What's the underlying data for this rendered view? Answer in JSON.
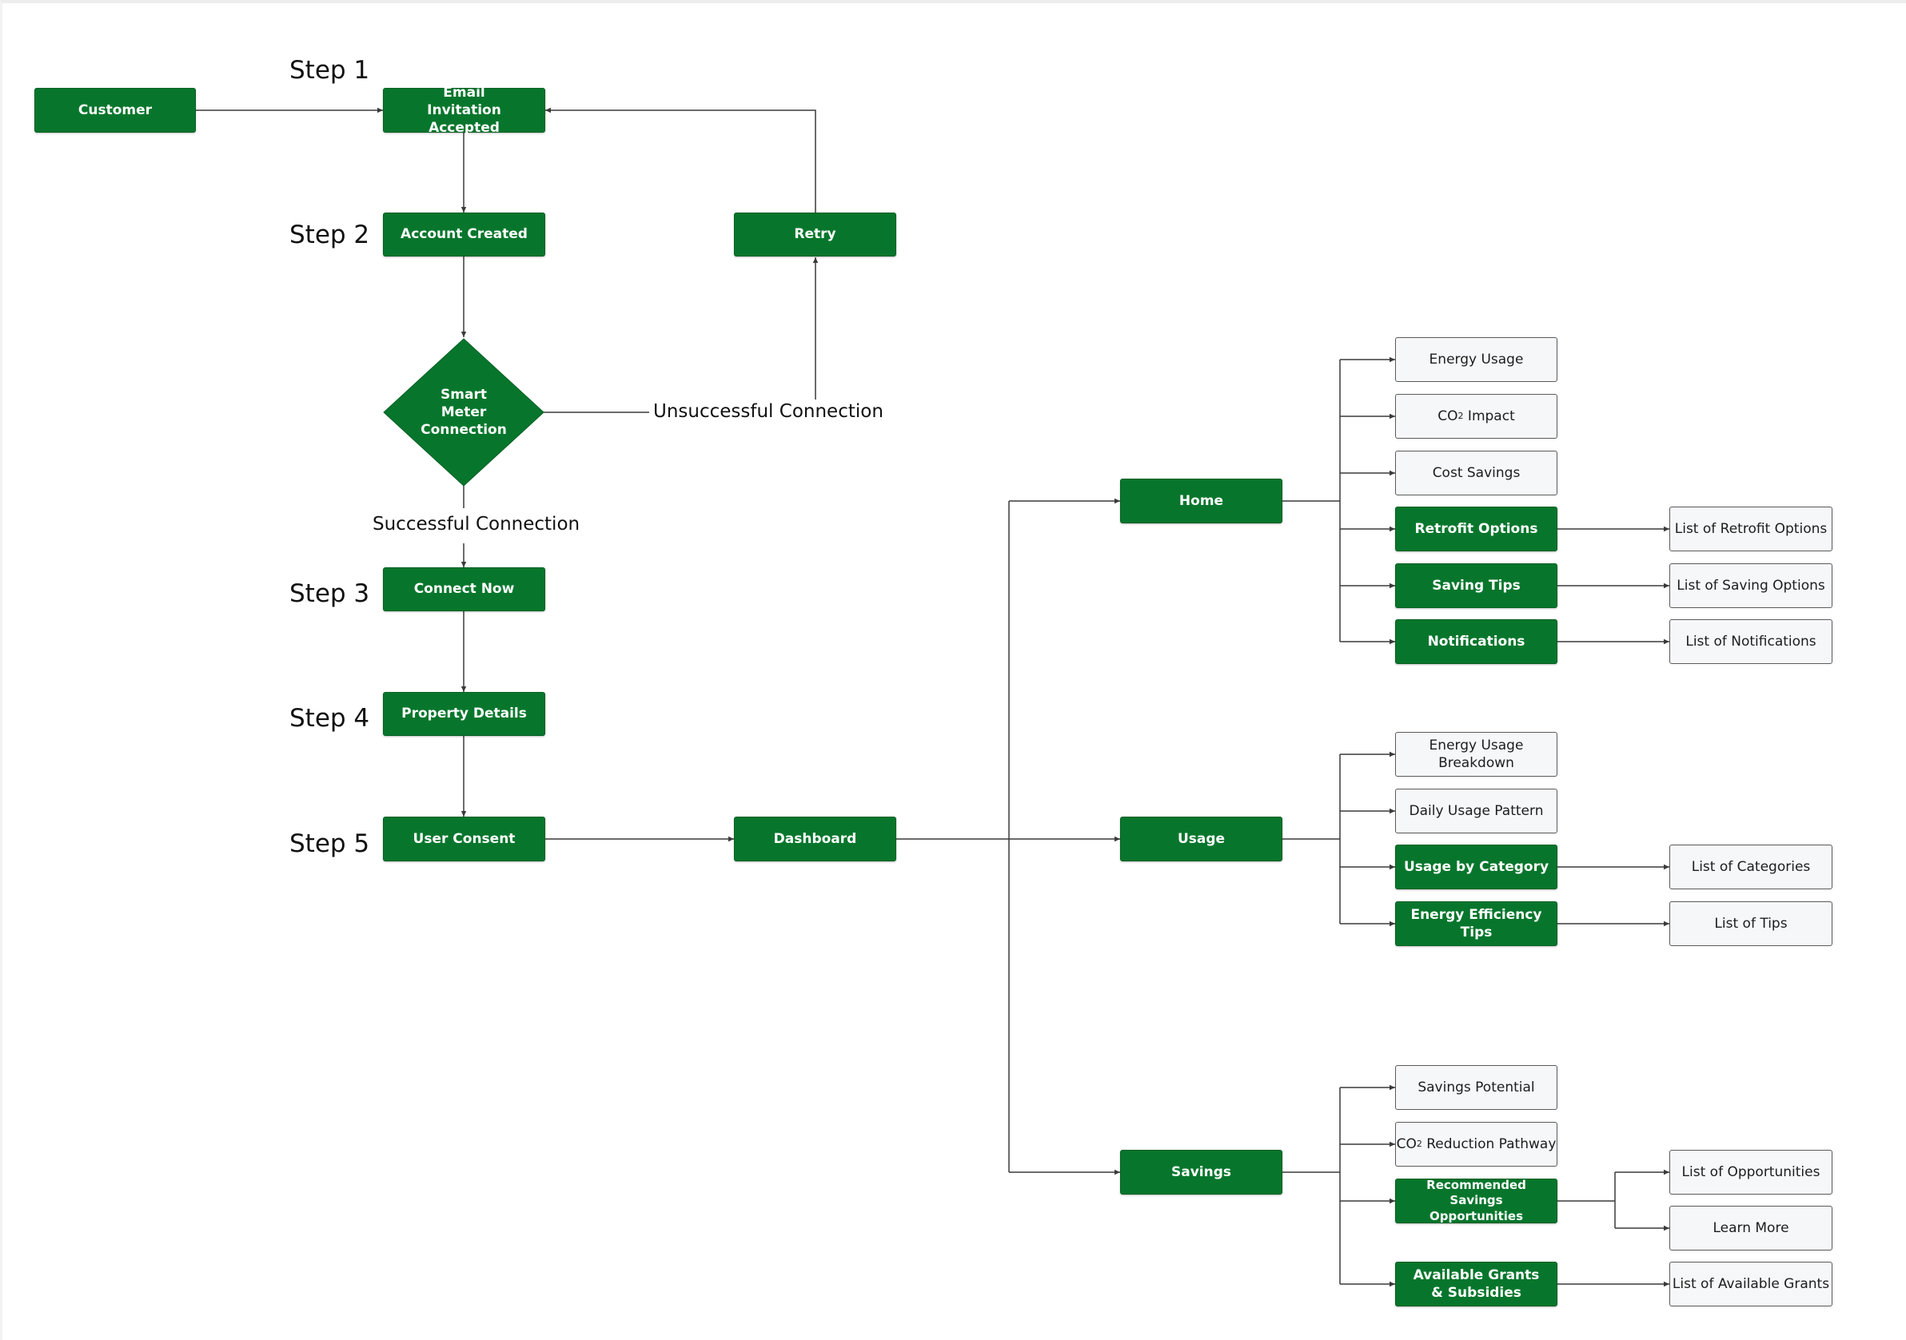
{
  "steps": {
    "step1": "Step 1",
    "step2": "Step 2",
    "step3": "Step 3",
    "step4": "Step 4",
    "step5": "Step 5"
  },
  "connections": {
    "unsuccessful": "Unsuccessful Connection",
    "successful": "Successful Connection"
  },
  "nodes": {
    "customer": "Customer",
    "email_invitation": "Email Invitation Accepted",
    "account_created": "Account Created",
    "retry": "Retry",
    "smart_meter": "Smart Meter Connection",
    "connect_now": "Connect Now",
    "property_details": "Property Details",
    "user_consent": "User Consent",
    "dashboard": "Dashboard",
    "home": "Home",
    "usage": "Usage",
    "savings": "Savings"
  },
  "home_items": {
    "energy_usage": "Energy Usage",
    "co2_impact_pre": "CO",
    "co2_impact_sub": "2",
    "co2_impact_post": " Impact",
    "cost_savings": "Cost Savings",
    "retrofit_options": "Retrofit Options",
    "saving_tips": "Saving Tips",
    "notifications": "Notifications",
    "list_retrofit": "List of Retrofit Options",
    "list_saving": "List of Saving Options",
    "list_notifications": "List of Notifications"
  },
  "usage_items": {
    "energy_breakdown": "Energy Usage Breakdown",
    "daily_pattern": "Daily Usage Pattern",
    "usage_by_category": "Usage by Category",
    "efficiency_tips": "Energy Efficiency Tips",
    "list_categories": "List of Categories",
    "list_tips": "List of Tips"
  },
  "savings_items": {
    "savings_potential": "Savings Potential",
    "co2_reduction_pre": "CO",
    "co2_reduction_sub": "2",
    "co2_reduction_post": " Reduction Pathway",
    "recommended": "Recommended Savings Opportunities",
    "grants": "Available Grants & Subsidies",
    "list_opportunities": "List of Opportunities",
    "learn_more": "Learn More",
    "list_grants": "List of Available Grants"
  },
  "colors": {
    "node_green": "#07762c",
    "node_light": "#f6f7f9",
    "connector": "#3a3a3a"
  }
}
